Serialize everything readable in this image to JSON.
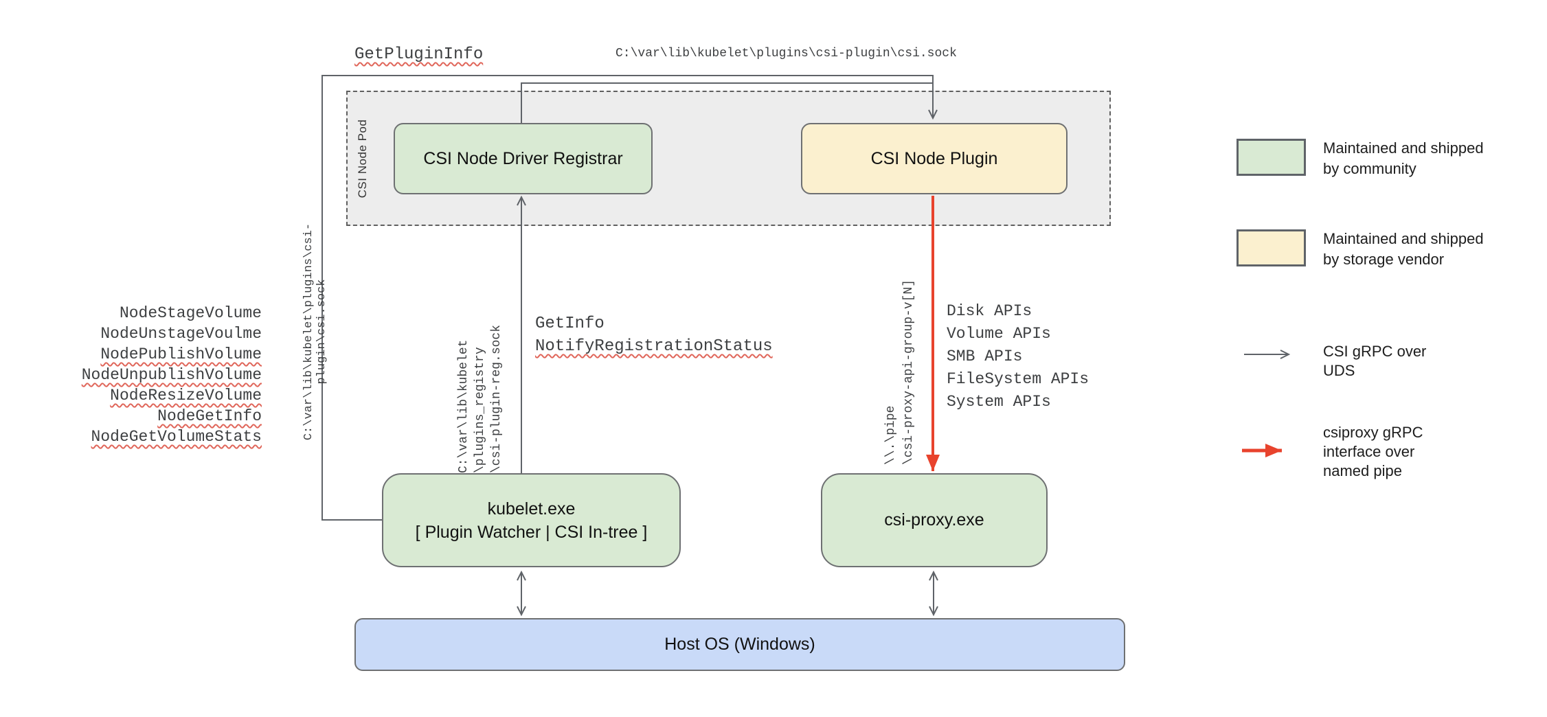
{
  "diagram": {
    "pod_label": "CSI Node Pod",
    "boxes": {
      "registrar": "CSI Node Driver Registrar",
      "plugin": "CSI Node Plugin",
      "kubelet_line1": "kubelet.exe",
      "kubelet_line2": "[ Plugin Watcher | CSI In-tree ]",
      "csiproxy": "csi-proxy.exe",
      "hostos": "Host OS (Windows)"
    },
    "labels": {
      "get_plugin_info": "GetPluginInfo",
      "top_sock_path": "C:\\var\\lib\\kubelet\\plugins\\csi-plugin\\csi.sock",
      "vertical_sock_path": "C:\\var\\lib\\kubelet\\plugins\\csi-plugin\\csi.sock",
      "node_calls": [
        "NodeStageVolume",
        "NodeUnstageVoulme",
        "NodePublishVolume",
        "NodeUnpublishVolume",
        "NodeResizeVolume",
        "NodeGetInfo",
        "NodeGetVolumeStats"
      ],
      "registration_sock": [
        "C:\\var\\lib\\kubelet",
        "\\plugins_registry",
        "\\csi-plugin-reg.sock"
      ],
      "get_info": "GetInfo",
      "notify_registration_status": "NotifyRegistrationStatus",
      "pipe": [
        "\\\\.\\pipe",
        "\\csi-proxy-api-group-v[N]"
      ],
      "api_calls": [
        "Disk APIs",
        "Volume APIs",
        "SMB APIs",
        "FileSystem APIs",
        "System APIs"
      ]
    },
    "legend": {
      "items": [
        {
          "swatch": "green",
          "line1": "Maintained and shipped",
          "line2": "by community"
        },
        {
          "swatch": "yellow",
          "line1": "Maintained and shipped",
          "line2": "by storage vendor"
        },
        {
          "swatch": "arrow-gray",
          "line1": "CSI gRPC over",
          "line2": "UDS"
        },
        {
          "swatch": "arrow-red",
          "line1": "csiproxy gRPC",
          "line2": "interface over",
          "line3": "named pipe"
        }
      ]
    },
    "colors": {
      "community_green": "#d9ead3",
      "vendor_yellow": "#fbf0cf",
      "host_blue": "#c9daf8",
      "pod_gray": "#ededed",
      "line_gray": "#5f6368",
      "csiproxy_red": "#e8432d",
      "squiggle_red": "#e0665a"
    }
  }
}
